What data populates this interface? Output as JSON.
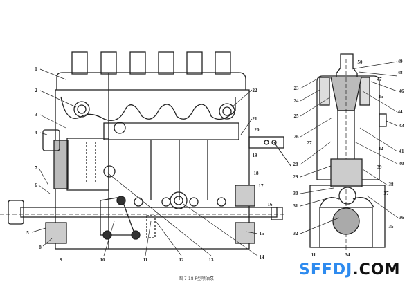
{
  "figure": {
    "caption": "图 7-18  P型喷油泵",
    "watermark_colored": "SFFDJ",
    "watermark_dark": ".COM",
    "colors": {
      "watermark_blue": "#2e8bef",
      "line": "#222222"
    },
    "labels": [
      "1",
      "2",
      "3",
      "4",
      "7",
      "6",
      "5",
      "8",
      "9",
      "10",
      "11",
      "12",
      "13",
      "14",
      "15",
      "16",
      "17",
      "18",
      "19",
      "20",
      "21",
      "22",
      "23",
      "24",
      "25",
      "26",
      "27",
      "28",
      "29",
      "30",
      "31",
      "32",
      "35",
      "36",
      "37",
      "38",
      "39",
      "40",
      "41",
      "42",
      "43",
      "44",
      "45",
      "46",
      "47",
      "48",
      "49",
      "50",
      "11",
      "34"
    ]
  }
}
